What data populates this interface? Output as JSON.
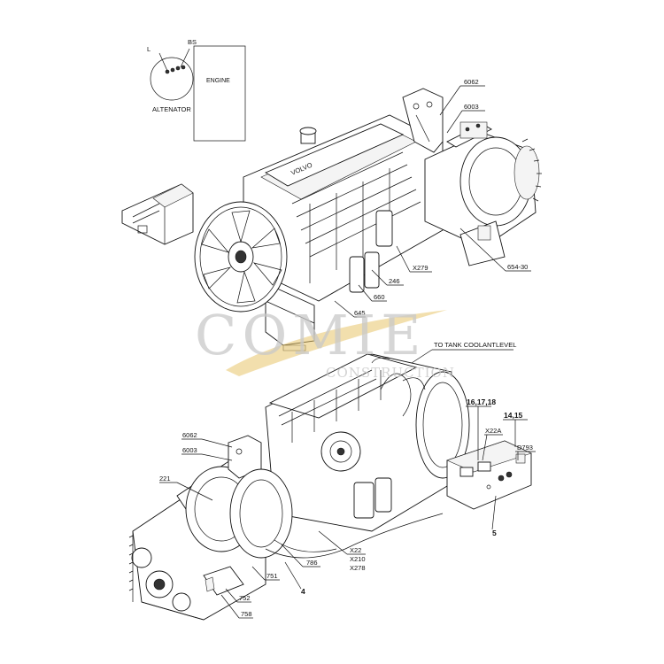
{
  "inset": {
    "engine_label": "ENGINE",
    "alternator_label": "ALTENATOR",
    "l_label": "L",
    "bs_label": "BS"
  },
  "labels_top": {
    "l6062": "6062",
    "l6003": "6003",
    "l654_30": "654-30",
    "lx279": "X279",
    "l246": "246",
    "l660": "660",
    "l645": "645"
  },
  "labels_bottom": {
    "to_tank": "TO TANK COOLANTLEVEL",
    "l16_17_18": "16,17,18",
    "l14_15": "14,15",
    "lx22a": "X22A",
    "ld793": "D793",
    "l5": "5",
    "l6062": "6062",
    "l6003": "6003",
    "l221": "221",
    "l786": "786",
    "lx22": "X22",
    "lx210": "X210",
    "lx278": "X278",
    "l751": "751",
    "l4": "4",
    "l752": "752",
    "l758": "758"
  },
  "watermark": {
    "big": "COMIE",
    "small": "CONSTRUCTION"
  }
}
